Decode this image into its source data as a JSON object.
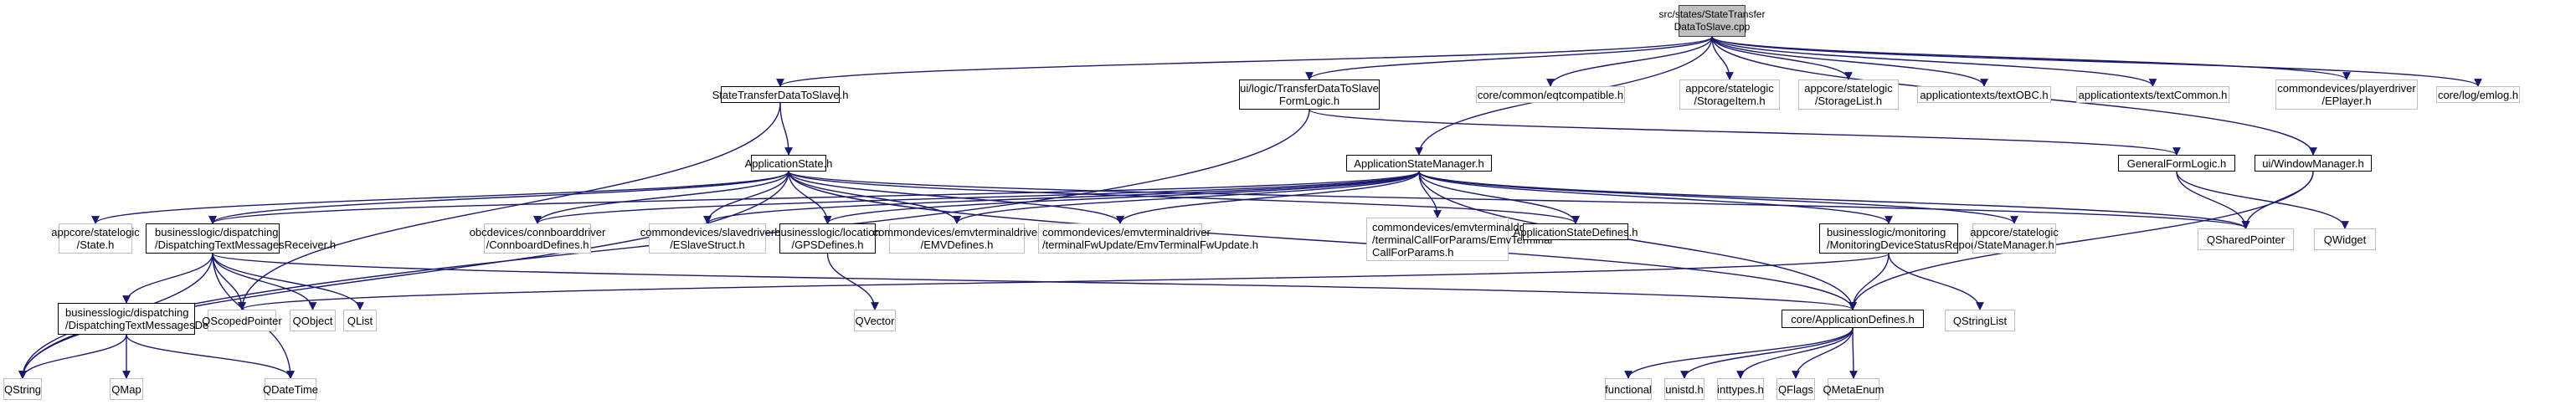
{
  "diagram": {
    "type": "include-dependency-graph",
    "edge_color": "#191970",
    "root_fill": "#bfbfbf",
    "nodes": {
      "root": "src/states/StateTransfer\nDataToSlave.cpp",
      "stateTransferH": "StateTransferDataToSlave.h",
      "transferFormLogic": "ui/logic/TransferDataToSlave\nFormLogic.h",
      "eqtcompatible": "core/common/eqtcompatible.h",
      "storageItem": "appcore/statelogic\n/StorageItem.h",
      "storageList": "appcore/statelogic\n/StorageList.h",
      "textOBC": "applicationtexts/textOBC.h",
      "textCommon": "applicationtexts/textCommon.h",
      "ePlayer": "commondevices/playerdriver\n/EPlayer.h",
      "emlog": "core/log/emlog.h",
      "applicationState": "ApplicationState.h",
      "applicationStateManager": "ApplicationStateManager.h",
      "generalFormLogic": "GeneralFormLogic.h",
      "windowManager": "ui/WindowManager.h",
      "stateH": "appcore/statelogic\n/State.h",
      "dispatchReceiver": "businesslogic/dispatching\n/DispatchingTextMessagesReceiver.h",
      "connboardDefines": "obcdevices/connboarddriver\n/ConnboardDefines.h",
      "eSlaveStruct": "commondevices/slavedriver\n/ESlaveStruct.h",
      "gpsDefines": "businesslogic/location\n/GPSDefines.h",
      "emvDefines": "commondevices/emvterminaldriver\n/EMVDefines.h",
      "emvFwUpdate": "commondevices/emvterminaldriver\n/terminalFwUpdate/EmvTerminalFwUpdate.h",
      "emvCallForParams": "commondevices/emvterminaldriver\n/terminalCallForParams/EmvTerminal\nCallForParams.h",
      "appStateDefines": "ApplicationStateDefines.h",
      "monitoringReport": "businesslogic/monitoring\n/MonitoringDeviceStatusReport.h",
      "stateManagerH": "appcore/statelogic\n/StateManager.h",
      "qSharedPointer": "QSharedPointer",
      "qWidget": "QWidget",
      "dispatchDefines": "businesslogic/dispatching\n/DispatchingTextMessagesDefines.h",
      "qScopedPointer": "QScopedPointer",
      "qObject": "QObject",
      "qList": "QList",
      "qVector": "QVector",
      "appDefines": "core/ApplicationDefines.h",
      "qStringList": "QStringList",
      "qString": "QString",
      "qMap": "QMap",
      "qDateTime": "QDateTime",
      "functional": "functional",
      "unistd": "unistd.h",
      "inttypes": "inttypes.h",
      "qFlags": "QFlags",
      "qMetaEnum": "QMetaEnum"
    },
    "edges": [
      [
        "root",
        "stateTransferH"
      ],
      [
        "root",
        "transferFormLogic"
      ],
      [
        "root",
        "eqtcompatible"
      ],
      [
        "root",
        "storageItem"
      ],
      [
        "root",
        "storageList"
      ],
      [
        "root",
        "textOBC"
      ],
      [
        "root",
        "textCommon"
      ],
      [
        "root",
        "ePlayer"
      ],
      [
        "root",
        "emlog"
      ],
      [
        "root",
        "applicationStateManager"
      ],
      [
        "root",
        "windowManager"
      ],
      [
        "stateTransferH",
        "applicationState"
      ],
      [
        "stateTransferH",
        "qScopedPointer"
      ],
      [
        "transferFormLogic",
        "generalFormLogic"
      ],
      [
        "transferFormLogic",
        "qString"
      ],
      [
        "applicationState",
        "stateH"
      ],
      [
        "applicationState",
        "dispatchReceiver"
      ],
      [
        "applicationState",
        "connboardDefines"
      ],
      [
        "applicationState",
        "eSlaveStruct"
      ],
      [
        "applicationState",
        "gpsDefines"
      ],
      [
        "applicationState",
        "emvDefines"
      ],
      [
        "applicationState",
        "emvFwUpdate"
      ],
      [
        "applicationState",
        "appStateDefines"
      ],
      [
        "applicationState",
        "qSharedPointer"
      ],
      [
        "applicationState",
        "appDefines"
      ],
      [
        "applicationState",
        "qString"
      ],
      [
        "applicationStateManager",
        "dispatchReceiver"
      ],
      [
        "applicationStateManager",
        "connboardDefines"
      ],
      [
        "applicationStateManager",
        "eSlaveStruct"
      ],
      [
        "applicationStateManager",
        "gpsDefines"
      ],
      [
        "applicationStateManager",
        "emvDefines"
      ],
      [
        "applicationStateManager",
        "emvFwUpdate"
      ],
      [
        "applicationStateManager",
        "emvCallForParams"
      ],
      [
        "applicationStateManager",
        "appStateDefines"
      ],
      [
        "applicationStateManager",
        "monitoringReport"
      ],
      [
        "applicationStateManager",
        "stateManagerH"
      ],
      [
        "applicationStateManager",
        "qSharedPointer"
      ],
      [
        "applicationStateManager",
        "appDefines"
      ],
      [
        "generalFormLogic",
        "qSharedPointer"
      ],
      [
        "generalFormLogic",
        "qWidget"
      ],
      [
        "windowManager",
        "qSharedPointer"
      ],
      [
        "windowManager",
        "appDefines"
      ],
      [
        "dispatchReceiver",
        "dispatchDefines"
      ],
      [
        "dispatchReceiver",
        "qScopedPointer"
      ],
      [
        "dispatchReceiver",
        "qObject"
      ],
      [
        "dispatchReceiver",
        "qList"
      ],
      [
        "dispatchReceiver",
        "qDateTime"
      ],
      [
        "dispatchReceiver",
        "appDefines"
      ],
      [
        "dispatchReceiver",
        "qString"
      ],
      [
        "gpsDefines",
        "qVector"
      ],
      [
        "monitoringReport",
        "appDefines"
      ],
      [
        "monitoringReport",
        "qStringList"
      ],
      [
        "monitoringReport",
        "qScopedPointer"
      ],
      [
        "dispatchDefines",
        "qString"
      ],
      [
        "dispatchDefines",
        "qMap"
      ],
      [
        "dispatchDefines",
        "qDateTime"
      ],
      [
        "appDefines",
        "functional"
      ],
      [
        "appDefines",
        "unistd"
      ],
      [
        "appDefines",
        "inttypes"
      ],
      [
        "appDefines",
        "qFlags"
      ],
      [
        "appDefines",
        "qMetaEnum"
      ]
    ]
  }
}
